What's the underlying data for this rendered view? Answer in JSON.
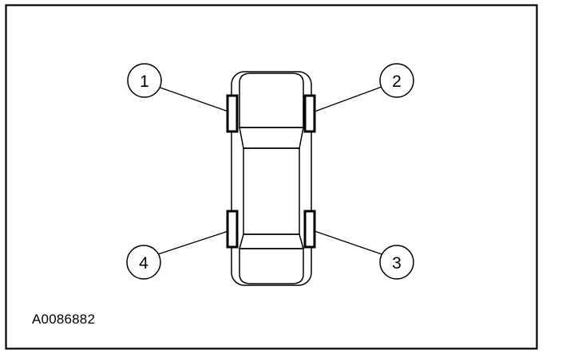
{
  "figure": {
    "id_label": "A0086882"
  },
  "callouts": [
    {
      "number": "1",
      "position": "front-left"
    },
    {
      "number": "2",
      "position": "front-right"
    },
    {
      "number": "3",
      "position": "rear-right"
    },
    {
      "number": "4",
      "position": "rear-left"
    }
  ]
}
